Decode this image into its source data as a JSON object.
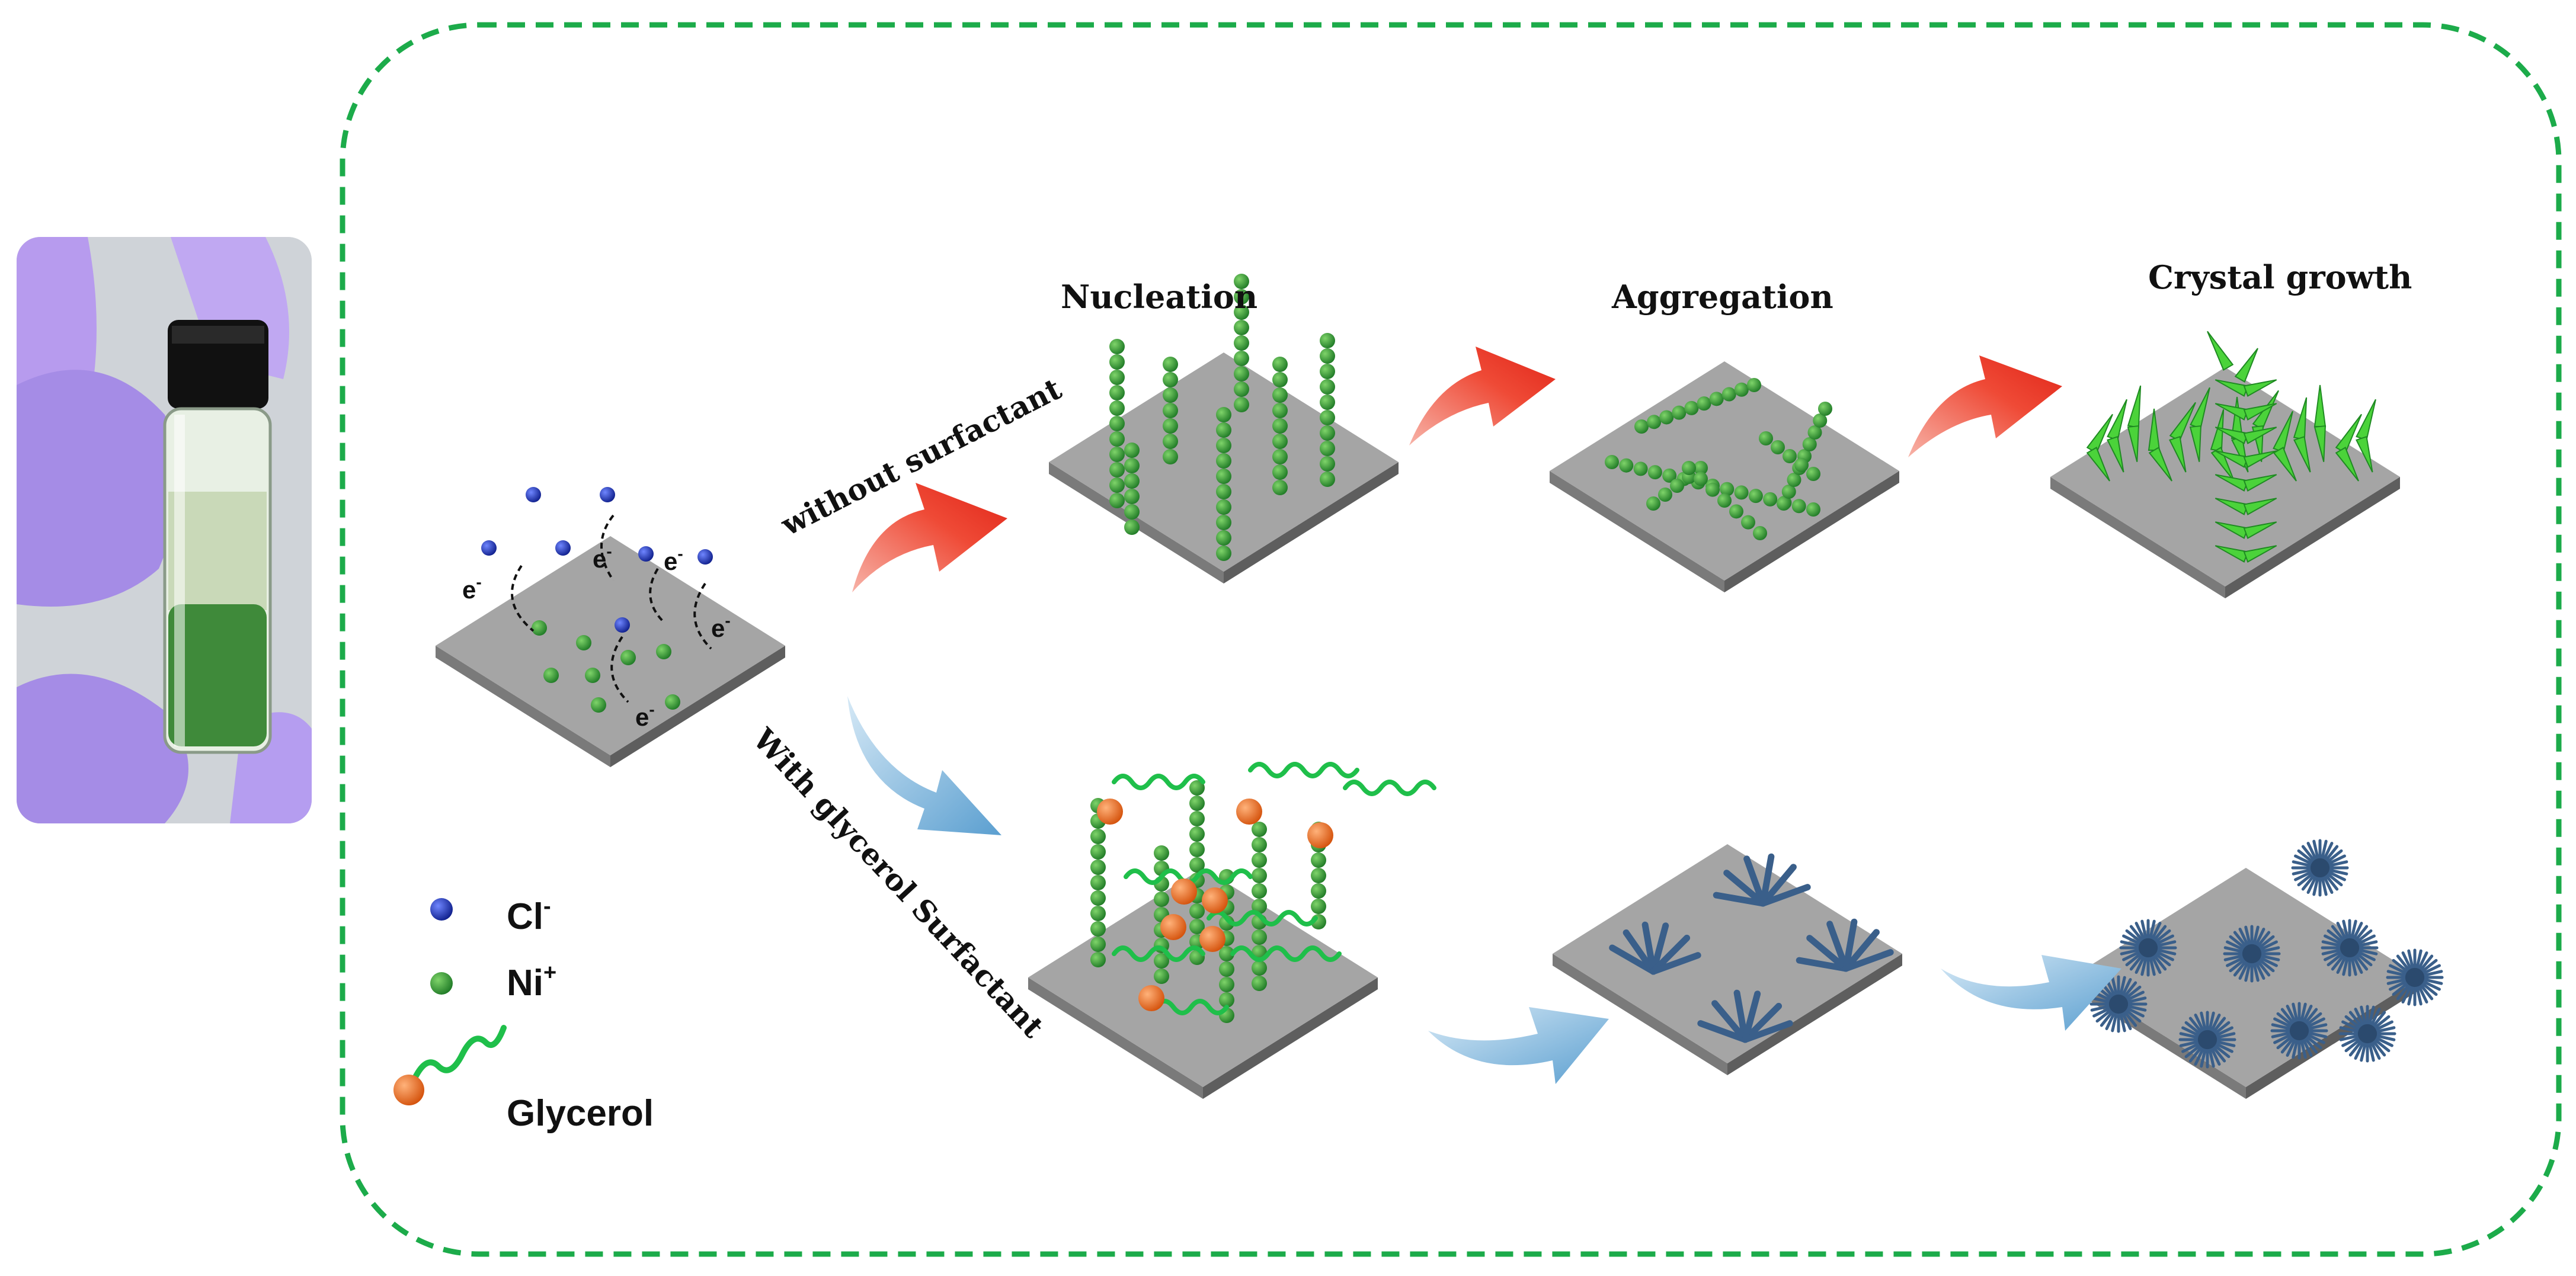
{
  "stages": {
    "nucleation": "Nucleation",
    "aggregation": "Aggregation",
    "crystal_growth": "Crystal growth"
  },
  "paths": {
    "without": "without surfactant",
    "with": "With glycerol Surfactant"
  },
  "electron": "e",
  "electron_sup": "-",
  "legend": {
    "cl": "Cl",
    "cl_sup": "-",
    "ni": "Ni",
    "ni_sup": "+",
    "glycerol": "Glycerol"
  },
  "colors": {
    "border": "#1cab4a",
    "plate_top": "#a5a5a5",
    "plate_side": "#707070",
    "nickel": "#2f9a2f",
    "chloride": "#1c2fb8",
    "glycerol_head": "#e8641e",
    "glycerol_tail": "#1fbf4a",
    "arrow_red": "#e8322a",
    "arrow_blue": "#6aa9d6",
    "urchin": "#3a5f8a"
  }
}
